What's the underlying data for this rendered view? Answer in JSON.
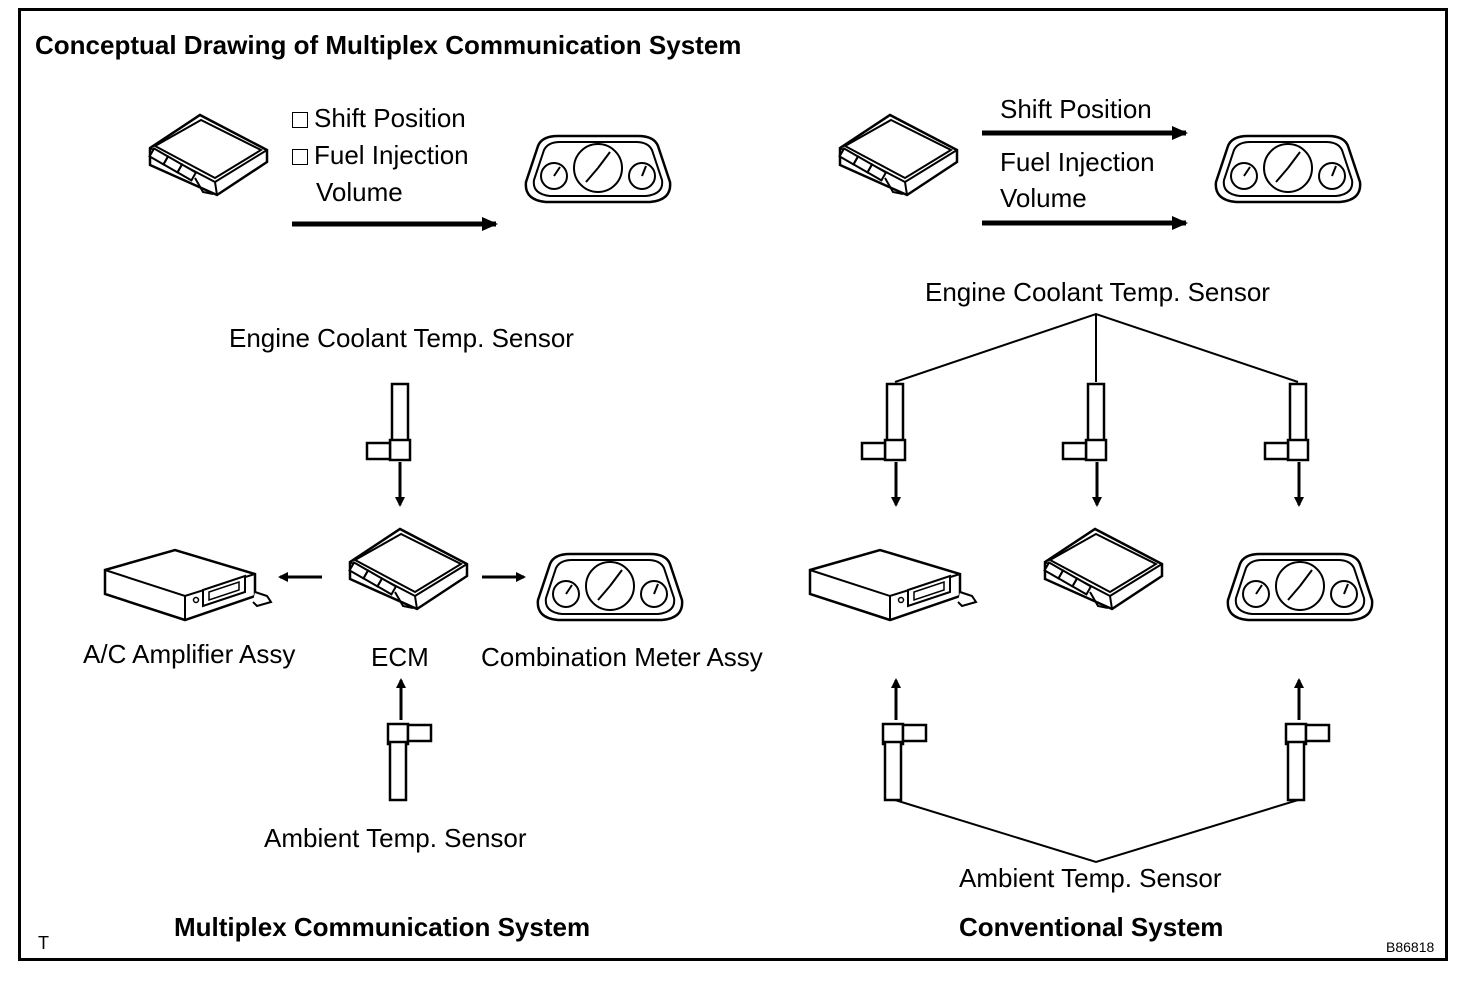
{
  "title": "Conceptual Drawing of Multiplex Communication System",
  "multiplex": {
    "message_items": [
      "Shift Position",
      "Fuel Injection",
      "Volume"
    ],
    "engine_coolant_label": "Engine Coolant Temp. Sensor",
    "ac_label": "A/C Amplifier Assy",
    "ecm_label": "ECM",
    "meter_label": "Combination Meter Assy",
    "ambient_label": "Ambient Temp. Sensor",
    "section_title": "Multiplex Communication System"
  },
  "conventional": {
    "shift_label": "Shift Position",
    "fuel_label_1": "Fuel Injection",
    "fuel_label_2": "Volume",
    "engine_coolant_label": "Engine Coolant Temp. Sensor",
    "ambient_label": "Ambient Temp. Sensor",
    "section_title": "Conventional System"
  },
  "corner_mark": "T",
  "figure_code": "B86818",
  "icons": [
    "ecm-unit-icon",
    "combination-meter-icon",
    "ac-amplifier-icon",
    "temp-sensor-icon",
    "arrow-icon",
    "checkbox-icon"
  ]
}
